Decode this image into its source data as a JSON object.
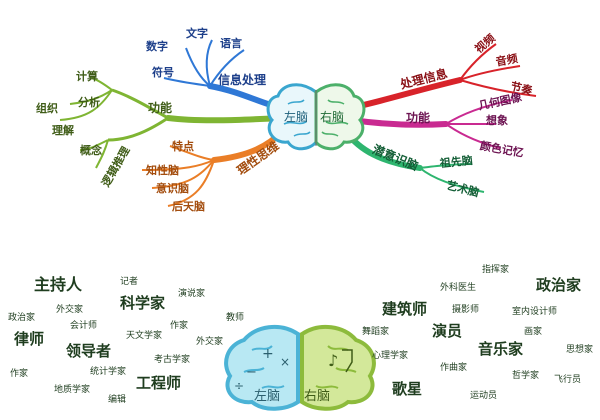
{
  "colors": {
    "blue": "#2f78d6",
    "red": "#d8232a",
    "magenta": "#c92a91",
    "green": "#2eb56f",
    "orange": "#ea7e27",
    "lime": "#7fb533",
    "teal": "#2b8fa0",
    "left_brain_fill": "#b8e8f3",
    "left_brain_stroke": "#4bb3d6",
    "right_brain_fill": "#d3e89a",
    "right_brain_stroke": "#8dbb3c",
    "text_dark": "#1f3d1f"
  },
  "mindmap": {
    "center_left": "左脑",
    "center_right": "右脑",
    "left_branches": {
      "info_processing": {
        "label": "信息处理",
        "children": [
          "数字",
          "文字",
          "语言",
          "符号"
        ]
      },
      "function": {
        "label": "功能",
        "children": [
          "计算",
          "分析",
          "组织",
          "理解",
          "概念",
          "逻辑推理"
        ]
      },
      "rational_thinking": {
        "label": "理性思维",
        "children": [
          "特点",
          "知性脑",
          "意识脑",
          "后天脑"
        ]
      }
    },
    "right_branches": {
      "info_processing": {
        "label": "处理信息",
        "children": [
          "视频",
          "音频",
          "节奏"
        ]
      },
      "function": {
        "label": "功能",
        "children": [
          "几何图像",
          "想象",
          "颜色记忆"
        ]
      },
      "subconscious": {
        "label": "潜意识脑",
        "children": [
          "祖先脑",
          "艺术脑"
        ]
      }
    }
  },
  "bottom_brain": {
    "left_label": "左脑",
    "right_label": "右脑"
  },
  "left_professions": [
    {
      "text": "主持人",
      "size": "large"
    },
    {
      "text": "记者",
      "size": "small"
    },
    {
      "text": "演说家",
      "size": "small"
    },
    {
      "text": "外交家",
      "size": "small"
    },
    {
      "text": "科学家",
      "size": "large"
    },
    {
      "text": "政治家",
      "size": "small"
    },
    {
      "text": "会计师",
      "size": "small"
    },
    {
      "text": "作家",
      "size": "small"
    },
    {
      "text": "教师",
      "size": "small"
    },
    {
      "text": "律师",
      "size": "large"
    },
    {
      "text": "天文学家",
      "size": "small"
    },
    {
      "text": "外交家",
      "size": "small"
    },
    {
      "text": "领导者",
      "size": "large"
    },
    {
      "text": "考古学家",
      "size": "small"
    },
    {
      "text": "作家",
      "size": "small"
    },
    {
      "text": "统计学家",
      "size": "small"
    },
    {
      "text": "工程师",
      "size": "large"
    },
    {
      "text": "地质学家",
      "size": "small"
    },
    {
      "text": "编辑",
      "size": "small"
    }
  ],
  "right_professions": [
    {
      "text": "指挥家",
      "size": "small"
    },
    {
      "text": "外科医生",
      "size": "small"
    },
    {
      "text": "政治家",
      "size": "large"
    },
    {
      "text": "建筑师",
      "size": "large"
    },
    {
      "text": "摄影师",
      "size": "small"
    },
    {
      "text": "室内设计师",
      "size": "small"
    },
    {
      "text": "舞蹈家",
      "size": "small"
    },
    {
      "text": "演员",
      "size": "large"
    },
    {
      "text": "画家",
      "size": "small"
    },
    {
      "text": "心理学家",
      "size": "small"
    },
    {
      "text": "音乐家",
      "size": "large"
    },
    {
      "text": "思想家",
      "size": "small"
    },
    {
      "text": "作曲家",
      "size": "small"
    },
    {
      "text": "歌星",
      "size": "large"
    },
    {
      "text": "哲学家",
      "size": "small"
    },
    {
      "text": "飞行员",
      "size": "small"
    },
    {
      "text": "运动员",
      "size": "small"
    }
  ]
}
